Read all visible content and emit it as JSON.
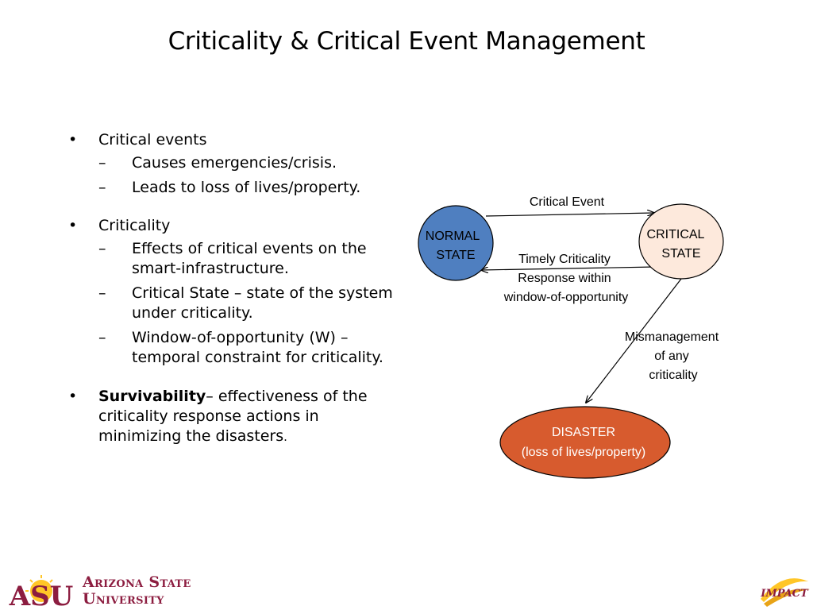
{
  "slide": {
    "title": "Criticality & Critical Event Management"
  },
  "bullets": {
    "b1": {
      "text": "Critical events",
      "subs": [
        "Causes emergencies/crisis.",
        "Leads to loss of lives/property."
      ]
    },
    "b2": {
      "text": "Criticality",
      "subs": [
        "Effects of critical events on the smart-infrastructure.",
        "Critical State – state of the system under criticality.",
        "Window-of-opportunity (W) – temporal constraint for criticality."
      ]
    },
    "b3": {
      "bold": "Survivability",
      "rest": "– effectiveness of the criticality response actions in minimizing the disasters",
      "end": "."
    }
  },
  "diagram": {
    "nodes": {
      "normal": {
        "line1": "NORMAL",
        "line2": "STATE",
        "fill": "#4f7fc0"
      },
      "critical": {
        "line1": "CRITICAL",
        "line2": "STATE",
        "fill": "#fde9dc"
      },
      "disaster": {
        "line1": "DISASTER",
        "line2": "(loss of lives/property)",
        "fill": "#d75b2e"
      }
    },
    "edges": {
      "critical_event": "Critical Event",
      "response": {
        "line1": "Timely Criticality",
        "line2": "Response within",
        "line3": "window-of-opportunity"
      },
      "mismanagement": {
        "line1": "Mismanagement",
        "line2": "of any",
        "line3": "criticality"
      }
    }
  },
  "footer": {
    "asu_line1": "Arizona State",
    "asu_line2": "University",
    "asu_mark": "ASU",
    "impact": "IMPACT",
    "brand_color": "#8c1d40",
    "gold_color": "#ffc627"
  }
}
